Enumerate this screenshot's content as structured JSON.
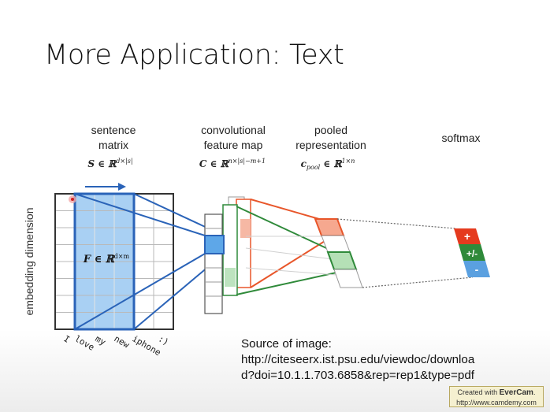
{
  "slide": {
    "title": "More Application: Text"
  },
  "diagram": {
    "stages": [
      {
        "line1": "sentence",
        "line2": "matrix",
        "formula": "S ∈ ℝ",
        "sup": "d×|s|"
      },
      {
        "line1": "convolutional",
        "line2": "feature map",
        "formula": "C ∈ ℝ",
        "sup": "n×|s|−m+1"
      },
      {
        "line1": "pooled",
        "line2": "representation",
        "formula": "c",
        "sub": "pool",
        "formula_rest": " ∈ ℝ",
        "sup": "1×n"
      },
      {
        "line1": "softmax"
      }
    ],
    "axis_label": "embedding dimension",
    "filter_label": "F ∈ ℝ",
    "filter_sup": "d×m",
    "words": [
      "I",
      "love",
      "my",
      "new",
      "iphone",
      ":)"
    ],
    "outputs": [
      "+",
      "+/-",
      "-"
    ],
    "colors": {
      "filter_blue": "#2a63b8",
      "filter_fill": "#9fc9f0",
      "red": "#e8562a",
      "green": "#2f8a3a",
      "out_plus": "#e53a1e",
      "out_neutral": "#2f8a3a",
      "out_minus": "#5aa0e0"
    }
  },
  "source": {
    "line1": "Source of image:",
    "line2": "http://citeseerx.ist.psu.edu/viewdoc/downloa",
    "line3": "d?doi=10.1.1.703.6858&rep=rep1&type=pdf"
  },
  "watermark": {
    "prefix": "Created with ",
    "brand": "EverCam",
    "suffix": ".",
    "url": "http://www.camdemy.com"
  }
}
